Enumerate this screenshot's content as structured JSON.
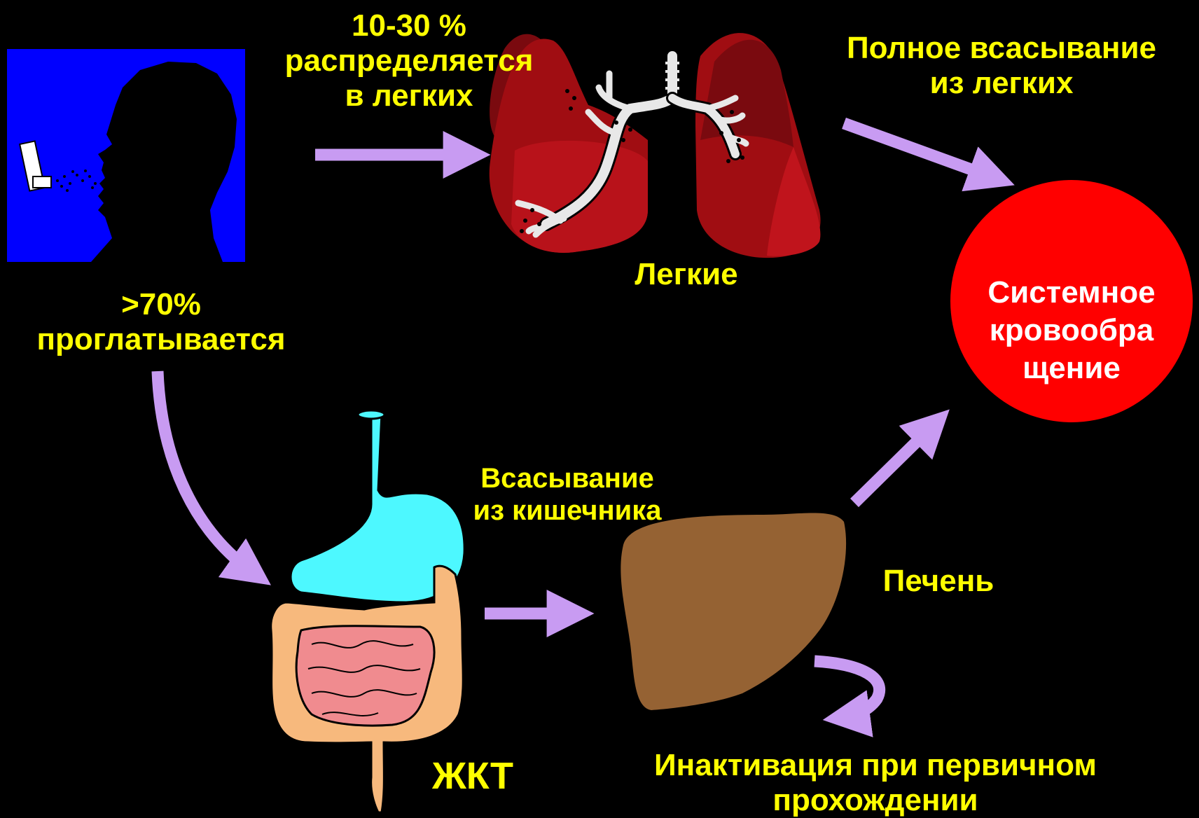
{
  "colors": {
    "background": "#000000",
    "label": "#ffff00",
    "arrow": "#c89bf2",
    "circle": "#ff0000",
    "inhaler_panel": "#0000ff",
    "lungs": "#9e0e14",
    "stomach": "#4df8ff",
    "colon": "#f7b97d",
    "small_intestine": "#f08b8f",
    "liver": "#956233"
  },
  "labels": {
    "distributed": {
      "line1": "10-30 %",
      "line2": "распределяется",
      "line3": "в легких"
    },
    "full_absorption": {
      "line1": "Полное всасывание",
      "line2": "из легких"
    },
    "lungs": "Легкие",
    "swallowed": {
      "line1": ">70%",
      "line2": "проглатывается"
    },
    "systemic": {
      "line1": "Системное",
      "line2": "кровообра",
      "line3": "щение"
    },
    "intestinal_absorption": {
      "line1": "Всасывание",
      "line2": "из кишечника"
    },
    "liver": "Печень",
    "gi_tract": "ЖКТ",
    "first_pass": {
      "line1": "Инактивация при первичном",
      "line2": "прохождении"
    }
  },
  "icons": {
    "inhaler_person": "person-inhaler-icon",
    "lungs": "lungs-icon",
    "gi_tract": "digestive-tract-icon",
    "liver": "liver-icon",
    "circulation": "circulation-circle"
  }
}
